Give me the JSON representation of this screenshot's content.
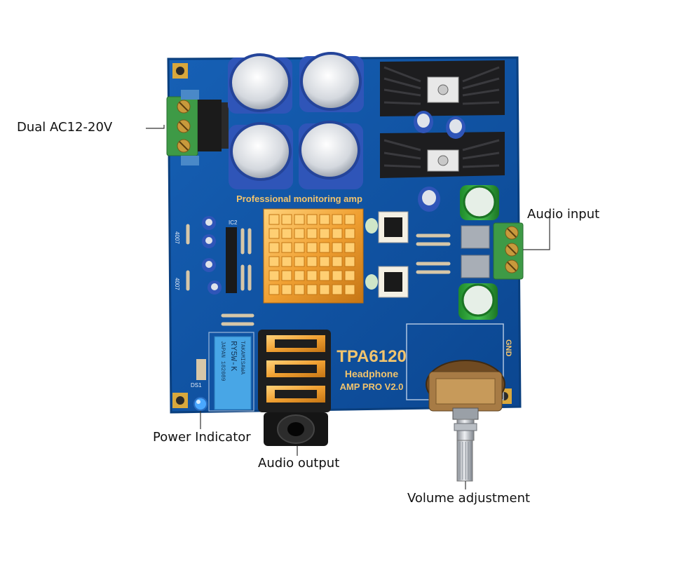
{
  "callouts": {
    "power_input": "Dual AC12-20V",
    "audio_input": "Audio input",
    "power_indicator": "Power Indicator",
    "audio_output": "Audio output",
    "volume": "Volume adjustment"
  },
  "board": {
    "model": "TPA6120",
    "subtitle_1": "Headphone",
    "subtitle_2": "AMP PRO V2.0",
    "slogan": "Professional monitoring amp",
    "gnd_label": "GND",
    "ic_label": "IC2",
    "diode_label_1": "4007",
    "diode_label_2": "4007",
    "led_label": "DS1",
    "relay_brand": "TAKAMISAWA",
    "relay_model": "RY5W-K",
    "relay_origin": "JAPAN 182089"
  },
  "colors": {
    "pcb": "#0e4f9a",
    "pcb_edge": "#0a3f7e",
    "silkscreen": "#f2c46d",
    "heatsink": "#f2a93a",
    "terminal": "#3e9a46",
    "capacitor": "#2f55b8"
  }
}
